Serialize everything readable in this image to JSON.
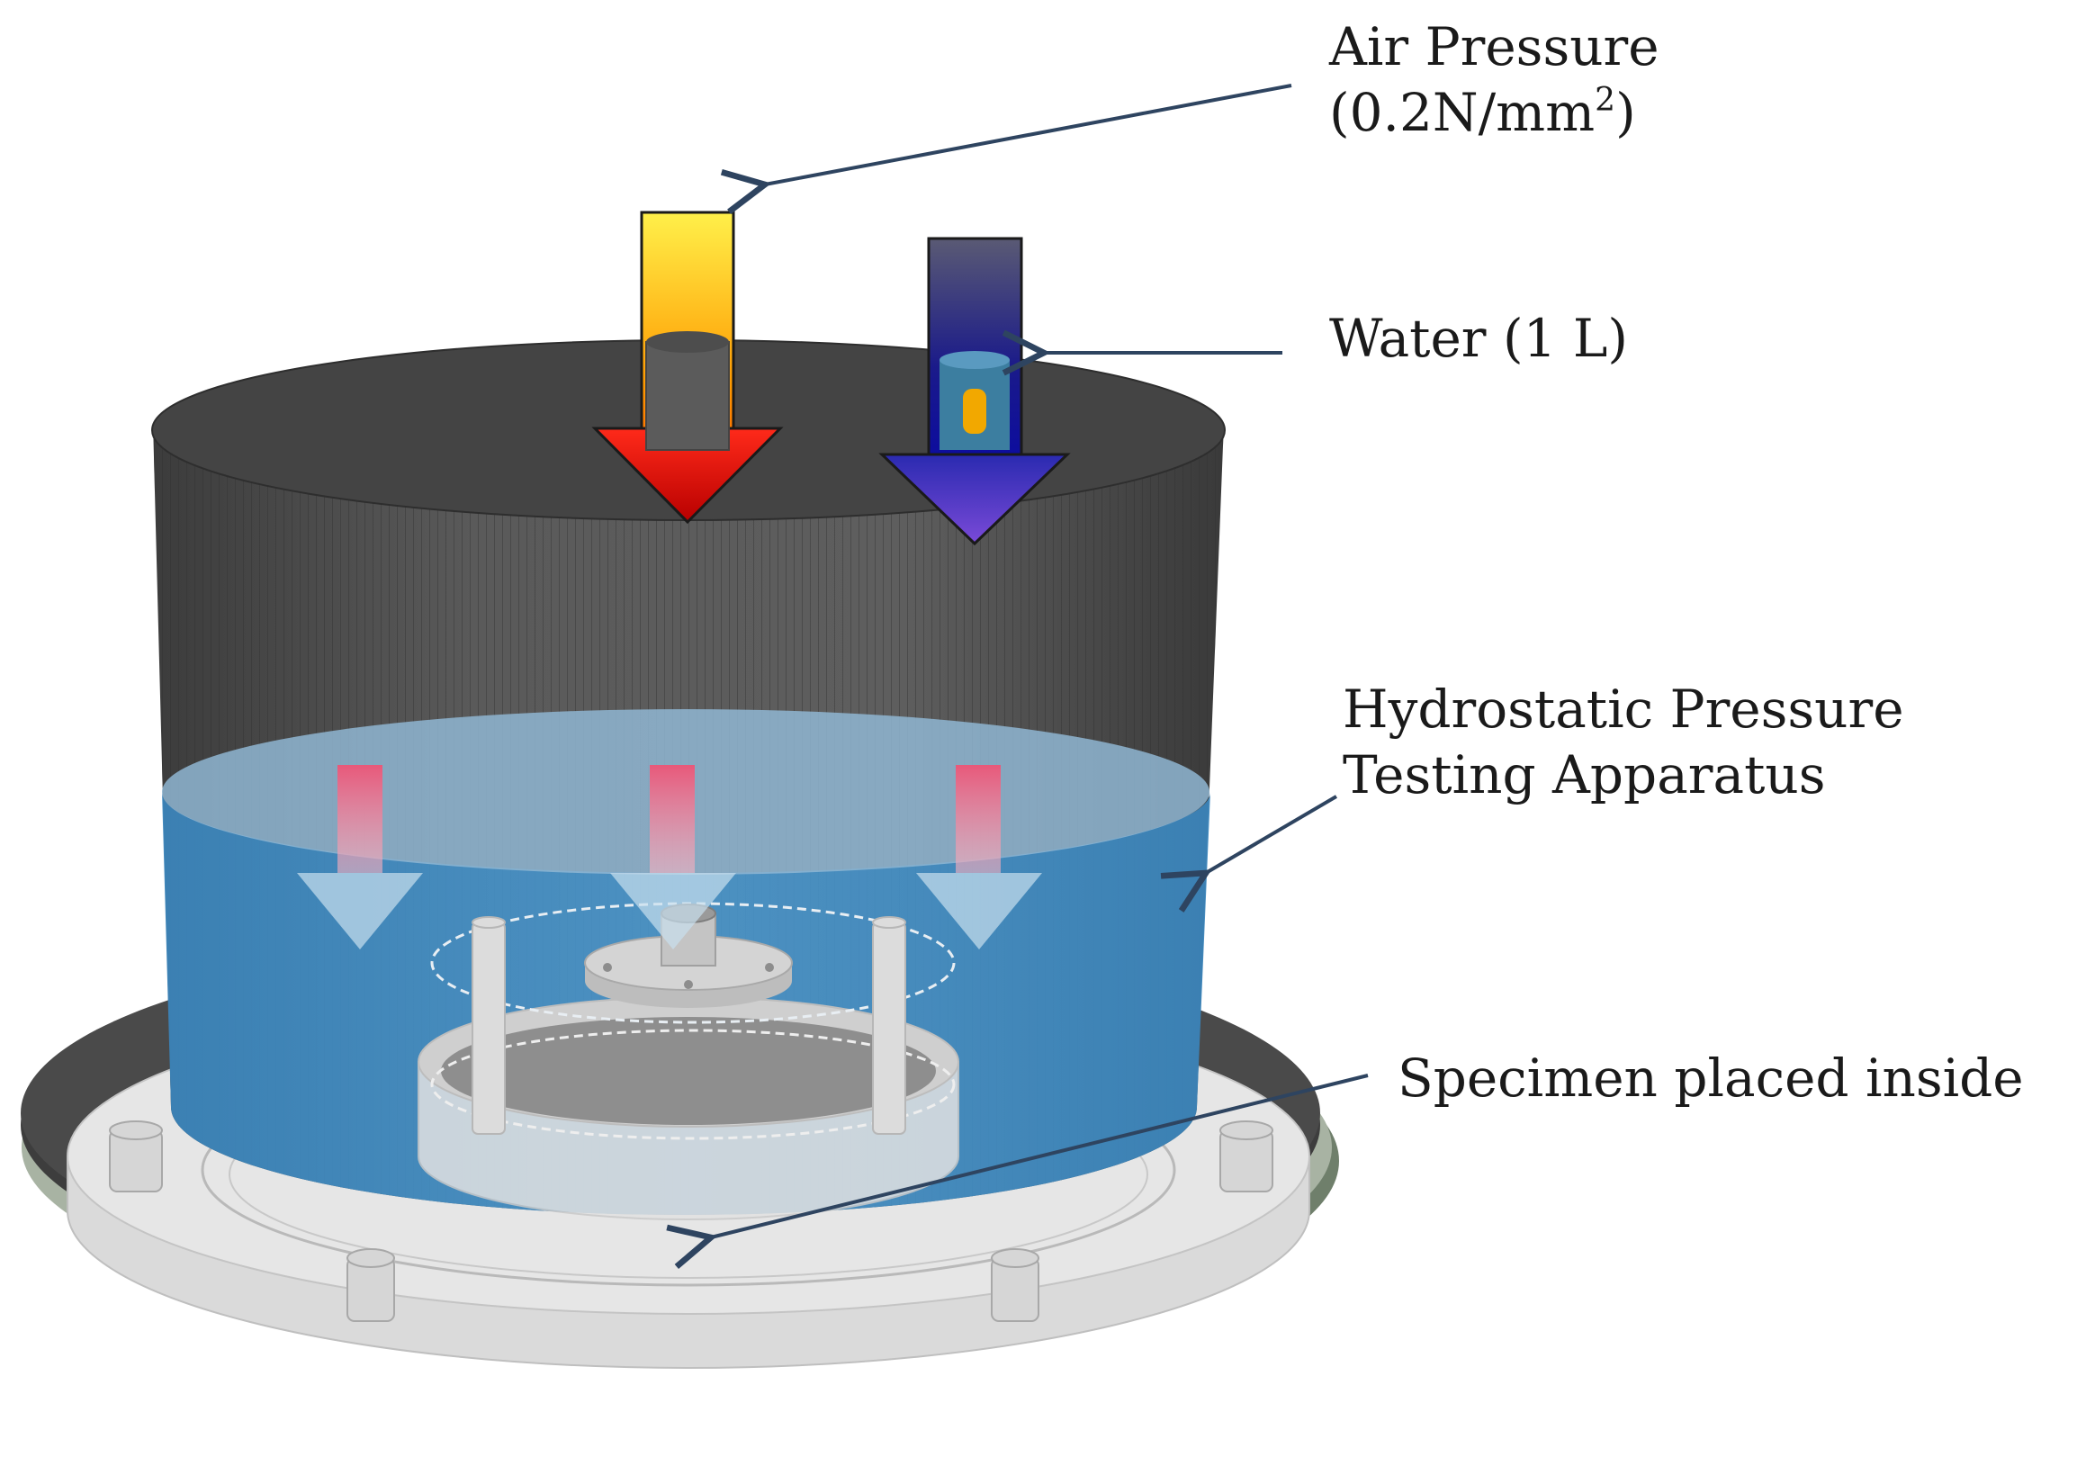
{
  "labels": {
    "air_pressure_line1": "Air Pressure",
    "air_pressure_line2_prefix": "(0.2N/mm",
    "air_pressure_line2_sup": "2",
    "air_pressure_line2_suffix": ")",
    "water": "Water (1 L)",
    "apparatus_line1": "Hydrostatic Pressure",
    "apparatus_line2": "Testing Apparatus",
    "specimen": "Specimen placed inside"
  },
  "colors": {
    "cylinder_dark": "#4a4a4a",
    "water_blue": "#3f8fc7",
    "air_arrow_top": "#ffe84a",
    "air_arrow_head": "#e60000",
    "water_arrow_body": "#1a1a9a",
    "water_arrow_head": "#6a3fd0",
    "base_plate": "#e4e4e4",
    "base_rim": "#6f7f6b",
    "annotation_arrow": "#2e4460"
  },
  "icons": [
    "air-inlet-arrow-icon",
    "water-inlet-arrow-icon",
    "pressure-arrow-icon"
  ]
}
